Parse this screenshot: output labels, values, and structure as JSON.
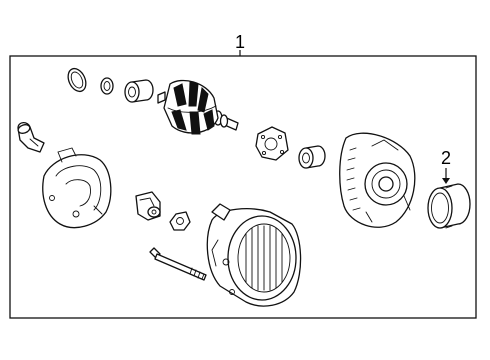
{
  "diagram": {
    "callouts": {
      "assembly": "1",
      "pulley": "2"
    },
    "parts": [
      "alternator-front-housing",
      "alternator-rear-housing-stator",
      "rotor",
      "brush-holder",
      "rear-cover",
      "pulley",
      "through-bolt",
      "bearing",
      "seal-ring",
      "terminal-insulator",
      "plate",
      "nut"
    ]
  }
}
